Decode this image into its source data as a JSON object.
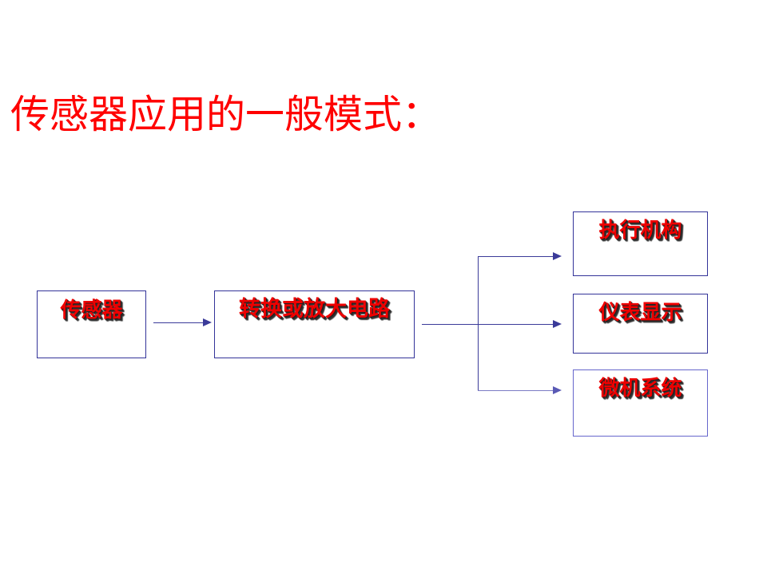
{
  "slide": {
    "title": "传感器应用的一般模式：",
    "background_color": "#FFFFFF",
    "title_color": "#FF0000",
    "box_border_color": "#333399",
    "box_text_color": "#EE0000",
    "connector_color": "#3B3B99"
  },
  "diagram": {
    "nodes": {
      "sensor": {
        "label": "传感器"
      },
      "circuit": {
        "label": "转换或放大电路"
      },
      "actuator": {
        "label": "执行机构"
      },
      "meter": {
        "label": "仪表显示"
      },
      "microcomputer": {
        "label": "微机系统"
      }
    },
    "edges": [
      {
        "from": "sensor",
        "to": "circuit",
        "style": "arrow"
      },
      {
        "from": "circuit",
        "to": "actuator",
        "style": "arrow"
      },
      {
        "from": "circuit",
        "to": "meter",
        "style": "arrow"
      },
      {
        "from": "circuit",
        "to": "microcomputer",
        "style": "arrow"
      }
    ]
  }
}
